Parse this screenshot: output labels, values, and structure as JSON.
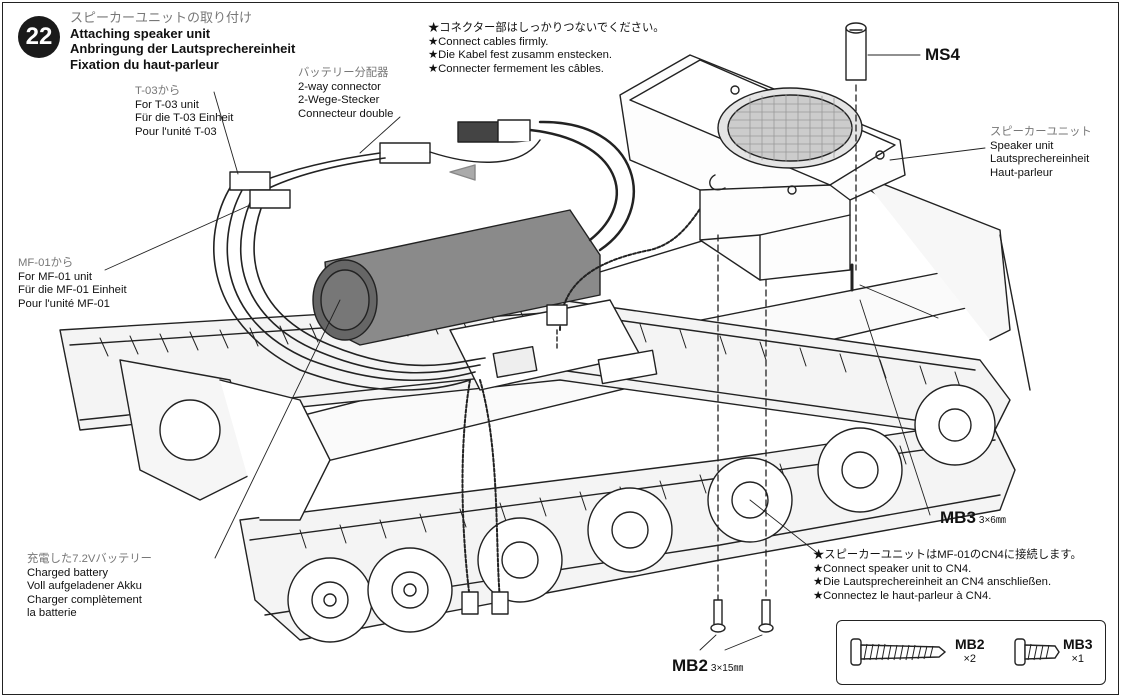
{
  "step": {
    "number": "22",
    "title_jp": "スピーカーユニットの取り付け",
    "title_en": "Attaching speaker unit",
    "title_de": "Anbringung der Lautsprechereinheit",
    "title_fr": "Fixation du haut-parleur"
  },
  "notes": {
    "connector": {
      "jp": "★コネクター部はしっかりつないでください。",
      "en": "★Connect cables firmly.",
      "de": "★Die Kabel fest zusamm enstecken.",
      "fr": "★Connecter fermement les câbles."
    },
    "battery_connector": {
      "jp": "バッテリー分配器",
      "en": "2-way connector",
      "de": "2-Wege-Stecker",
      "fr": "Connecteur double"
    },
    "t03": {
      "jp": "T-03から",
      "en": "For T-03 unit",
      "de": "Für die T-03 Einheit",
      "fr": "Pour l'unité T-03"
    },
    "mf01": {
      "jp": "MF-01から",
      "en": "For MF-01 unit",
      "de": "Für die MF-01 Einheit",
      "fr": "Pour l'unité MF-01"
    },
    "speaker_unit": {
      "jp": "スピーカーユニット",
      "en": "Speaker unit",
      "de": "Lautsprechereinheit",
      "fr": "Haut-parleur"
    },
    "battery": {
      "jp": "充電した7.2Vバッテリー",
      "en": "Charged battery",
      "de": "Voll aufgeladener Akku",
      "fr1": "Charger complètement",
      "fr2": "la batterie"
    },
    "cn4": {
      "jp": "★スピーカーユニットはMF-01のCN4に接続します。",
      "en": "★Connect speaker unit to CN4.",
      "de": "★Die Lautsprechereinheit an CN4 anschließen.",
      "fr": "★Connectez le haut-parleur à CN4."
    }
  },
  "parts": {
    "ms4": {
      "label": "MS4"
    },
    "mb3": {
      "label": "MB3",
      "dim": "3×6㎜"
    },
    "mb2": {
      "label": "MB2",
      "dim": "3×15㎜"
    }
  },
  "legend": [
    {
      "label": "MB2",
      "qty": "×2"
    },
    {
      "label": "MB3",
      "qty": "×1"
    }
  ]
}
